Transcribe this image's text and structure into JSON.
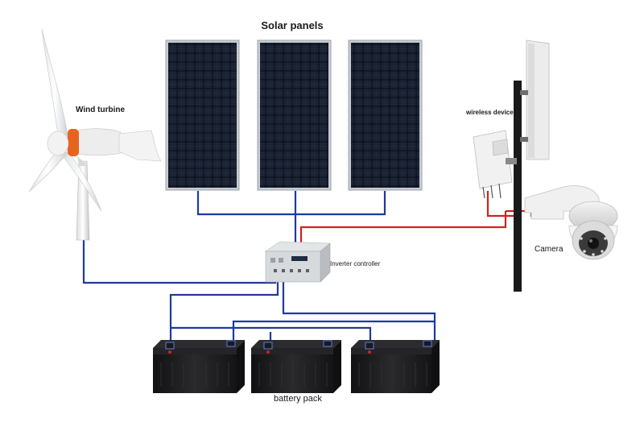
{
  "labels": {
    "solar_panels": "Solar panels",
    "wind_turbine": "Wind turbine",
    "wireless_devices": "wireless devices",
    "camera": "Camera",
    "inverter_controller": "Inverter controller",
    "battery_pack": "battery pack"
  },
  "colors": {
    "blue_wire": "#1e3a9e",
    "red_wire": "#d42020",
    "panel_cell": "#0f1522",
    "panel_frame": "#c8ccd2",
    "battery_body": "#1b1b1d",
    "turbine_hub_accent": "#e8641e"
  },
  "icons": [
    "wind-turbine-icon",
    "solar-panel-icon",
    "wireless-device-icon",
    "antenna-icon",
    "camera-icon",
    "inverter-icon",
    "battery-icon"
  ]
}
